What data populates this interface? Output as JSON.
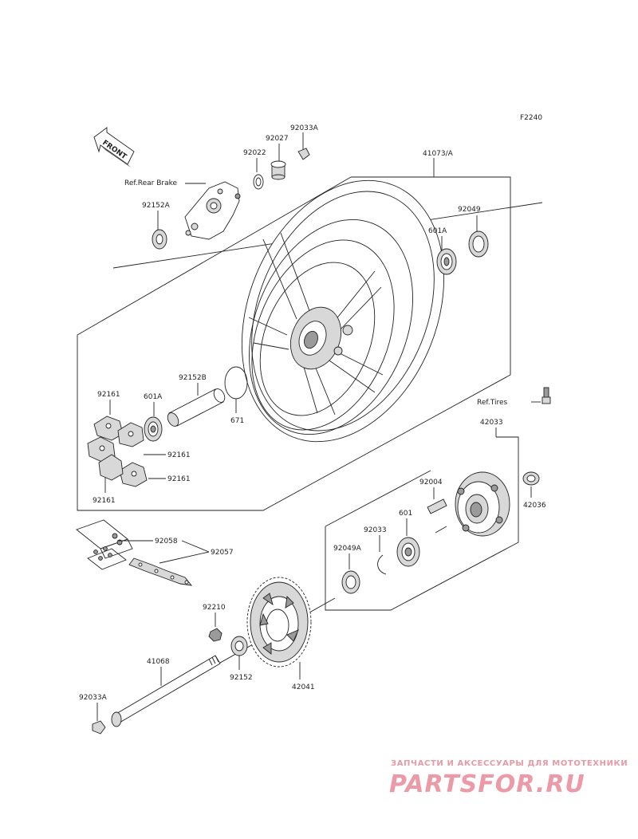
{
  "diagram_code": "F2240",
  "front_label": "FRONT",
  "refs": {
    "rear_brake": "Ref.Rear Brake",
    "tires": "Ref.Tires"
  },
  "parts": {
    "p92033A_top": "92033A",
    "p92027": "92027",
    "p92022": "92022",
    "p41073A": "41073/A",
    "p92152A": "92152A",
    "p92049": "92049",
    "p601A_right": "601A",
    "p92152B": "92152B",
    "p92161_a": "92161",
    "p601A_left": "601A",
    "p671": "671",
    "p92161_b": "92161",
    "p92161_c": "92161",
    "p92161_d": "92161",
    "p42033": "42033",
    "p92004": "92004",
    "p42036": "42036",
    "p92058": "92058",
    "p92057": "92057",
    "p92033": "92033",
    "p601": "601",
    "p92049A": "92049A",
    "p92210": "92210",
    "p41068": "41068",
    "p92152": "92152",
    "p42041": "42041",
    "p92033A_bottom": "92033A"
  },
  "watermark": {
    "tagline": "ЗАПЧАСТИ И АКСЕССУАРЫ ДЛЯ МОТОТЕХНИКИ",
    "brand": "PARTSFOR.RU"
  }
}
